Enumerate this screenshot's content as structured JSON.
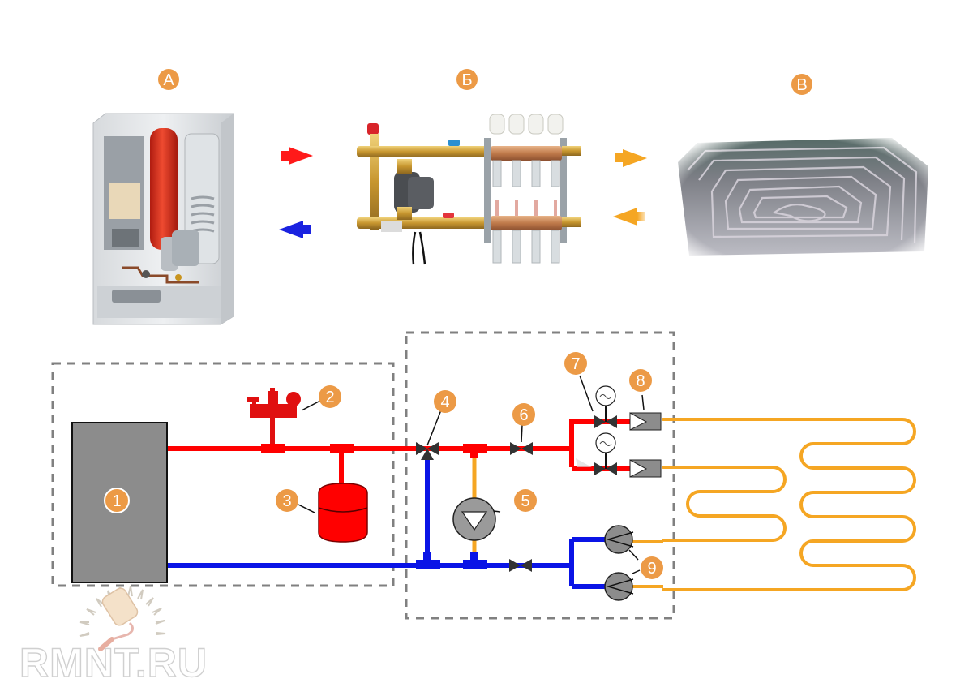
{
  "colors": {
    "hot": "#ff0000",
    "cold": "#0a14e6",
    "mixed": "#f5a623",
    "badge": "#ec9a46",
    "component_gray": "#8c8c8c",
    "valve_dark": "#333333",
    "dashed_border": "#808080"
  },
  "photo_labels": {
    "boiler": "А",
    "manifold": "Б",
    "floor": "В"
  },
  "photos": {
    "boiler": "wall-mounted-gas-boiler-photo",
    "manifold": "pump-mixing-manifold-photo",
    "floor": "underfloor-heating-pipe-spiral-photo"
  },
  "flow_arrows": [
    {
      "id": "supply-to-manifold",
      "color": "hot",
      "direction": "right"
    },
    {
      "id": "return-to-boiler",
      "color": "cold",
      "direction": "left"
    },
    {
      "id": "supply-to-floor",
      "color": "mixed",
      "direction": "right"
    },
    {
      "id": "return-from-floor",
      "color": "mixed",
      "direction": "left"
    }
  ],
  "components": [
    {
      "number": "1",
      "name": "boiler"
    },
    {
      "number": "2",
      "name": "safety-group"
    },
    {
      "number": "3",
      "name": "expansion-tank"
    },
    {
      "number": "4",
      "name": "three-way-mixing-valve"
    },
    {
      "number": "5",
      "name": "circulation-pump"
    },
    {
      "number": "6",
      "name": "check-valve"
    },
    {
      "number": "7",
      "name": "servo-valve"
    },
    {
      "number": "8",
      "name": "flow-meter"
    },
    {
      "number": "9",
      "name": "return-balancing-valve"
    }
  ],
  "watermark": {
    "text": "RMNT.RU"
  }
}
